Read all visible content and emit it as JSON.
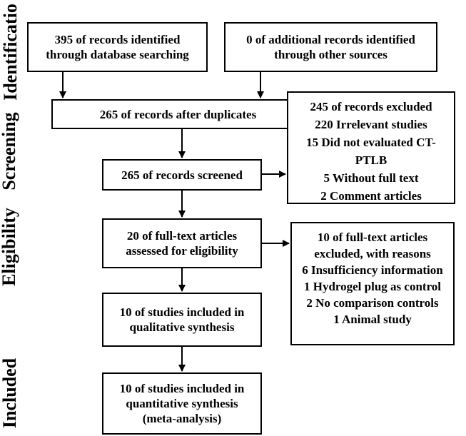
{
  "stages": {
    "identification": "Identificatio",
    "screening": "Screening",
    "eligibility": "Eligibility",
    "included": "Included"
  },
  "boxes": {
    "db_search": [
      "395 of records identified",
      "through database searching"
    ],
    "other_sources": [
      "0 of additional records identified",
      "through other sources"
    ],
    "after_duplicates": [
      "265 of records after duplicates"
    ],
    "screened": [
      "265 of records screened"
    ],
    "excluded_screening": [
      "245 of records excluded",
      "220 Irrelevant studies",
      "15 Did not evaluated CT-",
      "PTLB",
      "5 Without full text",
      "2 Comment articles"
    ],
    "fulltext_assessed": [
      "20 of full-text articles",
      "assessed for eligibility"
    ],
    "excluded_fulltext": [
      "10 of full-text articles",
      "excluded, with reasons",
      "6 Insufficiency information",
      "1 Hydrogel plug as control",
      "2 No comparison controls",
      "1 Animal study"
    ],
    "qualitative": [
      "10 of studies included in",
      "qualitative synthesis"
    ],
    "quantitative": [
      "10 of studies included in",
      "quantitative synthesis",
      "(meta-analysis)"
    ]
  }
}
